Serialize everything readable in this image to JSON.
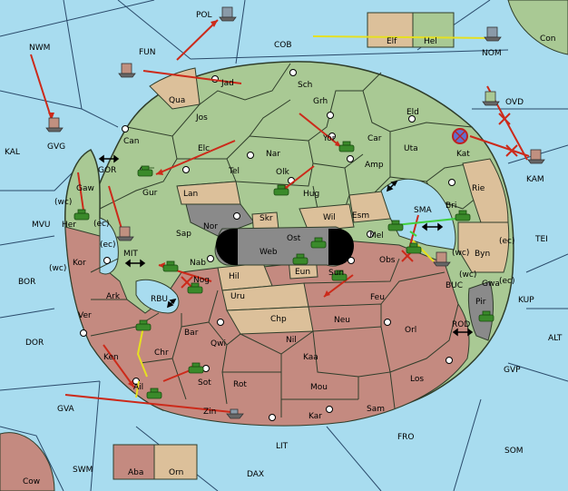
{
  "colors": {
    "sea": "#a8dcef",
    "land_green": "#a9c994",
    "land_tan": "#dcc09a",
    "land_red": "#c48a80",
    "land_gray": "#8a8a8a",
    "order_move": "#cc2a1a",
    "order_support": "#e6e020",
    "order_convoy": "#40d040"
  },
  "labels": {
    "POL": "POL",
    "NWM": "NWM",
    "FUN": "FUN",
    "COB": "COB",
    "Elf": "Elf",
    "Hel": "Hel",
    "Con": "Con",
    "NOM": "NOM",
    "KAL": "KAL",
    "GVG": "GVG",
    "Jad": "Jad",
    "Qua": "Qua",
    "Sch": "Sch",
    "Jos": "Jos",
    "Grh": "Grh",
    "OVD": "OVD",
    "Can": "Can",
    "Eld": "Eld",
    "Yor": "Yor",
    "Car": "Car",
    "Uta": "Uta",
    "Kat": "Kat",
    "KAM": "KAM",
    "Elc": "Elc",
    "Nar": "Nar",
    "Amp": "Amp",
    "GOR": "GOR",
    "Tel": "Tel",
    "Olk": "Olk",
    "Gur": "Gur",
    "Gaw": "Gaw",
    "Lan": "Lan",
    "Hug": "Hug",
    "Rie": "Rie",
    "Bri": "Bri",
    "MVU": "MVU",
    "wc1": "(wc)",
    "Her": "Her",
    "ec1": "(ec)",
    "Nor": "Nor",
    "Skr": "Skr",
    "Wil": "Wil",
    "Esm": "Esm",
    "SMA": "SMA",
    "Sap": "Sap",
    "Web": "Web",
    "Ost": "Ost",
    "Mel": "Mel",
    "ec2": "(ec)",
    "TEI": "TEI",
    "wc2": "(wc)",
    "Byn": "Byn",
    "ec3": "(ec)",
    "MIT": "MIT",
    "Kor": "Kor",
    "Nab": "Nab",
    "Eun": "Eun",
    "Obs": "Obs",
    "wc3": "(wc)",
    "Sun": "Sun",
    "wc4": "(wc)",
    "BOR": "BOR",
    "Nog": "Nog",
    "Hil": "Hil",
    "BUC": "BUC",
    "Gwa": "Gwa",
    "ec4": "(ec)",
    "KUP": "KUP",
    "Ark": "Ark",
    "RBU": "RBU",
    "Uru": "Uru",
    "Feu": "Feu",
    "Pir": "Pir",
    "Ver": "Ver",
    "Chp": "Chp",
    "Neu": "Neu",
    "Orl": "Orl",
    "ROD": "ROD",
    "DOR": "DOR",
    "Bar": "Bar",
    "Qwi": "Qwi",
    "Nil": "Nil",
    "ALT": "ALT",
    "Chr": "Chr",
    "Ken": "Ken",
    "Kaa": "Kaa",
    "GVP": "GVP",
    "Ail": "Ail",
    "Sot": "Sot",
    "Rot": "Rot",
    "Mou": "Mou",
    "Los": "Los",
    "GVA": "GVA",
    "Zin": "Zin",
    "Kar": "Kar",
    "Sam": "Sam",
    "FRO": "FRO",
    "LIT": "LIT",
    "SOM": "SOM",
    "SWM": "SWM",
    "Aba": "Aba",
    "Orn": "Orn",
    "DAX": "DAX",
    "Cow": "Cow"
  }
}
